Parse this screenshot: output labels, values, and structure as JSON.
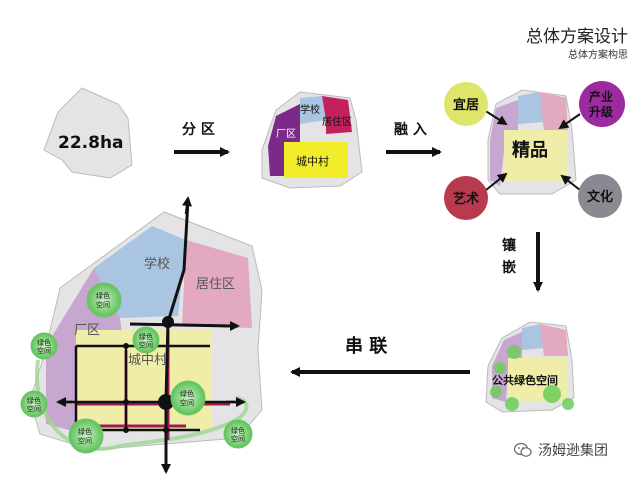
{
  "header": {
    "title": "总体方案设计",
    "subtitle": "总体方案构思"
  },
  "steps": {
    "area": "22.8ha",
    "split_label": "分 区",
    "merge_label": "融 入",
    "embed_label_1": "镶",
    "embed_label_2": "嵌",
    "connect_label": "串 联"
  },
  "zones": {
    "school": "学校",
    "residential": "居住区",
    "factory": "厂区",
    "village": "城中村",
    "green_space": "公共绿色空间",
    "green_node_1": "绿色",
    "green_node_2": "空间"
  },
  "concepts": {
    "center": "精品",
    "livable": "宜居",
    "industry_1": "产业",
    "industry_2": "升级",
    "art": "艺术",
    "culture": "文化"
  },
  "colors": {
    "site_gray": "#e4e4e6",
    "school_blue": "#a9c5e2",
    "residential_pink": "#e2a9c0",
    "factory_purple": "#c7a7cf",
    "village_yellow": "#f0eda8",
    "green": "#8fd08a",
    "livable_circle": "#dde56a",
    "industry_circle": "#9c2aa0",
    "art_circle": "#b83a4e",
    "culture_circle": "#8a8891",
    "road_black": "#111111",
    "road_magenta": "#a0185a"
  },
  "brand": {
    "name": "汤姆逊集团",
    "icon": "wechat-icon"
  }
}
